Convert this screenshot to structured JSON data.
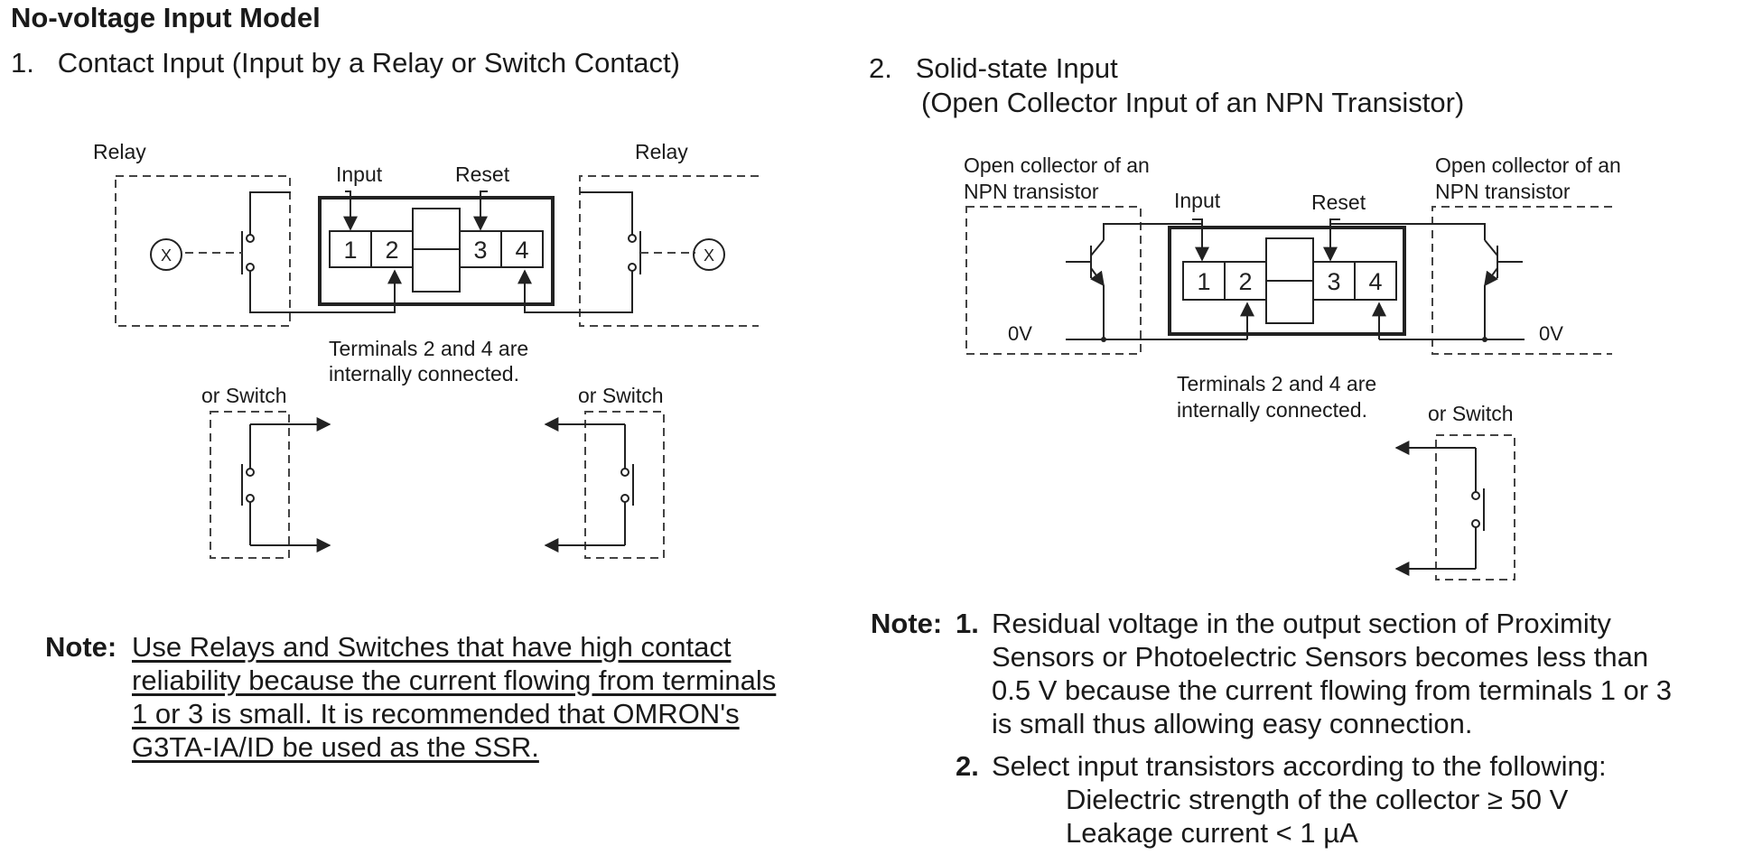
{
  "title": "No-voltage Input Model",
  "section1": {
    "heading": "1.   Contact Input (Input by a Relay or Switch Contact)",
    "relay_left": "Relay",
    "relay_right": "Relay",
    "input": "Input",
    "reset": "Reset",
    "terminals": [
      "1",
      "2",
      "3",
      "4"
    ],
    "coil": "X",
    "internal_note_line1": "Terminals 2 and 4 are",
    "internal_note_line2": "internally connected.",
    "switch_left": "or Switch",
    "switch_right": "or Switch",
    "note_label": "Note:",
    "note_lines": [
      "Use Relays and Switches that have high contact",
      "reliability because the current flowing from terminals",
      "1 or 3 is small. It is recommended that OMRON's",
      "G3TA-IA/ID be used as the SSR."
    ]
  },
  "section2": {
    "heading_line1": "2.   Solid-state Input",
    "heading_line2": "(Open Collector Input of an NPN Transistor)",
    "oc_left_line1": "Open collector of an",
    "oc_left_line2": "NPN transistor",
    "oc_right_line1": "Open collector of an",
    "oc_right_line2": "NPN transistor",
    "input": "Input",
    "reset": "Reset",
    "terminals": [
      "1",
      "2",
      "3",
      "4"
    ],
    "zero_v_left": "0V",
    "zero_v_right": "0V",
    "internal_note_line1": "Terminals 2 and 4 are",
    "internal_note_line2": "internally connected.",
    "switch": "or Switch",
    "note_label": "Note:",
    "note1_num": "1.",
    "note1_lines": [
      "Residual voltage in the output section of Proximity",
      "Sensors or Photoelectric Sensors becomes less than",
      "0.5 V because the current flowing from terminals 1 or 3",
      "is small thus allowing easy connection."
    ],
    "note2_num": "2.",
    "note2_line": "Select input transistors according to the following:",
    "note2_sub1": "Dielectric strength of the collector ≥ 50 V",
    "note2_sub2": "Leakage current < 1 µA"
  }
}
